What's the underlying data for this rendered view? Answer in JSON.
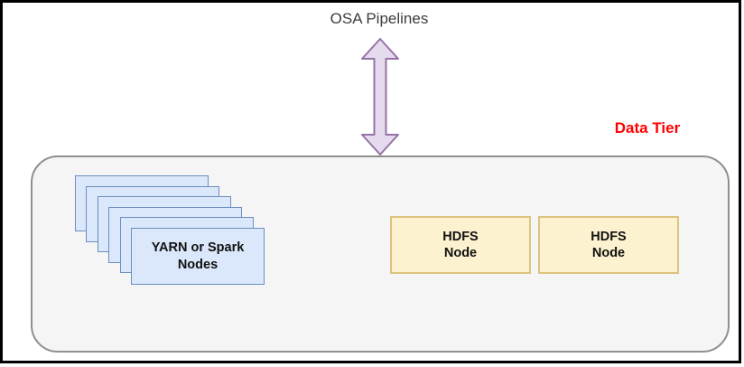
{
  "diagram": {
    "title": "OSA Pipelines",
    "tier_label": "Data Tier",
    "yarn_stack": {
      "label": "YARN or Spark\nNodes",
      "card_count": 6
    },
    "hdfs_nodes": [
      {
        "label": "HDFS\nNode"
      },
      {
        "label": "HDFS\nNode"
      }
    ],
    "colors": {
      "tier_label": "#ff0000",
      "title_text": "#3d3d3d",
      "arrow_fill": "#e6daee",
      "arrow_stroke": "#9673a6",
      "card_fill": "#dbe8fb",
      "card_stroke": "#6c8ebf",
      "hdfs_fill": "#fdf2cf",
      "hdfs_stroke": "#dcc37e",
      "container_fill": "#f5f5f5",
      "container_stroke": "#8f8f8f",
      "frame_stroke": "#000000"
    }
  }
}
